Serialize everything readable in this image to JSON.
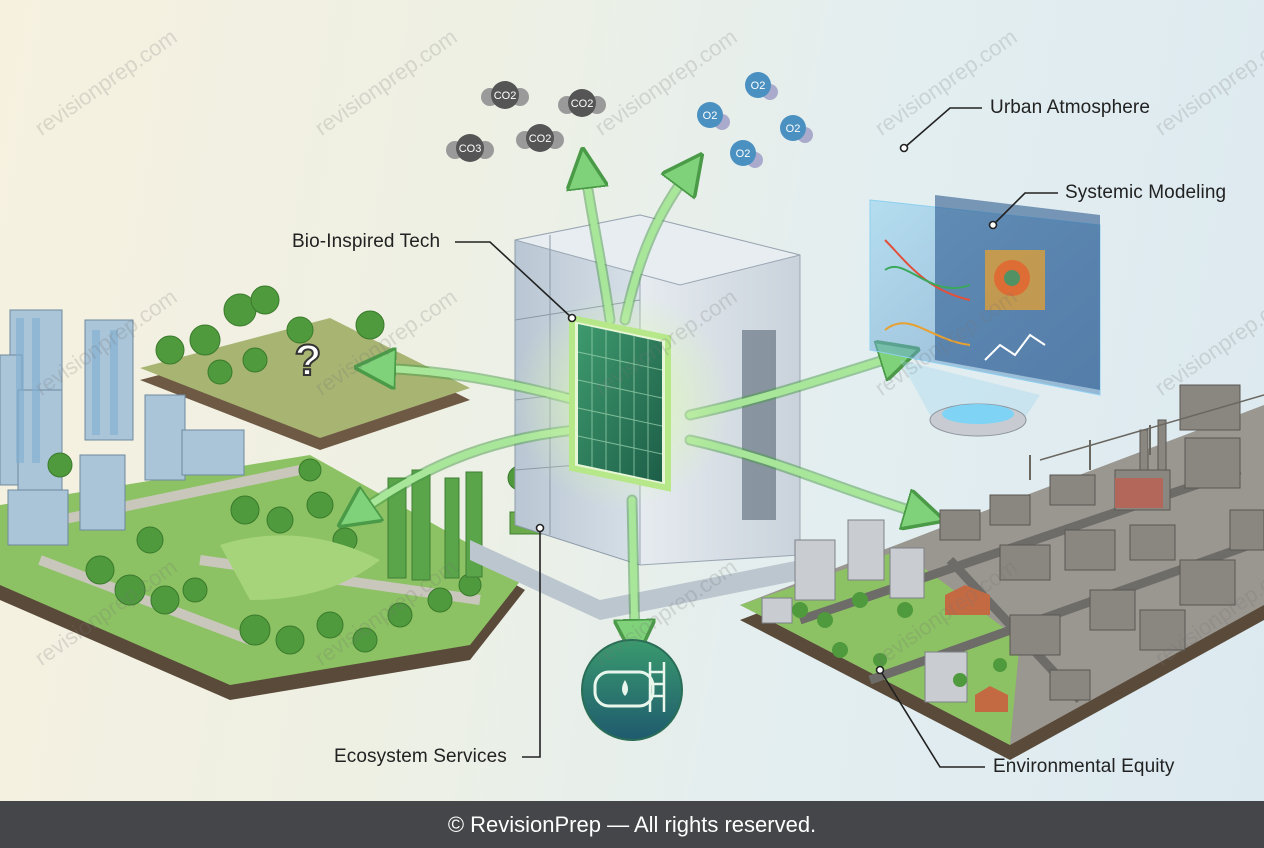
{
  "labels": {
    "bio_inspired_tech": "Bio-Inspired Tech",
    "urban_atmosphere": "Urban Atmosphere",
    "systemic_modeling": "Systemic Modeling",
    "ecosystem_services": "Ecosystem Services",
    "environmental_equity": "Environmental Equity"
  },
  "molecules": {
    "co2": [
      "CO2",
      "CO2",
      "CO2",
      "CO3"
    ],
    "o2": [
      "O2",
      "O2",
      "O2",
      "O2"
    ]
  },
  "question_mark": "?",
  "watermark": "revisionprep.com",
  "footer": "© RevisionPrep — All rights reserved.",
  "colors": {
    "arrow_green": "#7fd27a",
    "panel_green": "#2e7d5a",
    "o2_blue": "#4a90c0",
    "co2_gray": "#555555",
    "footer_bg": "#444649"
  }
}
